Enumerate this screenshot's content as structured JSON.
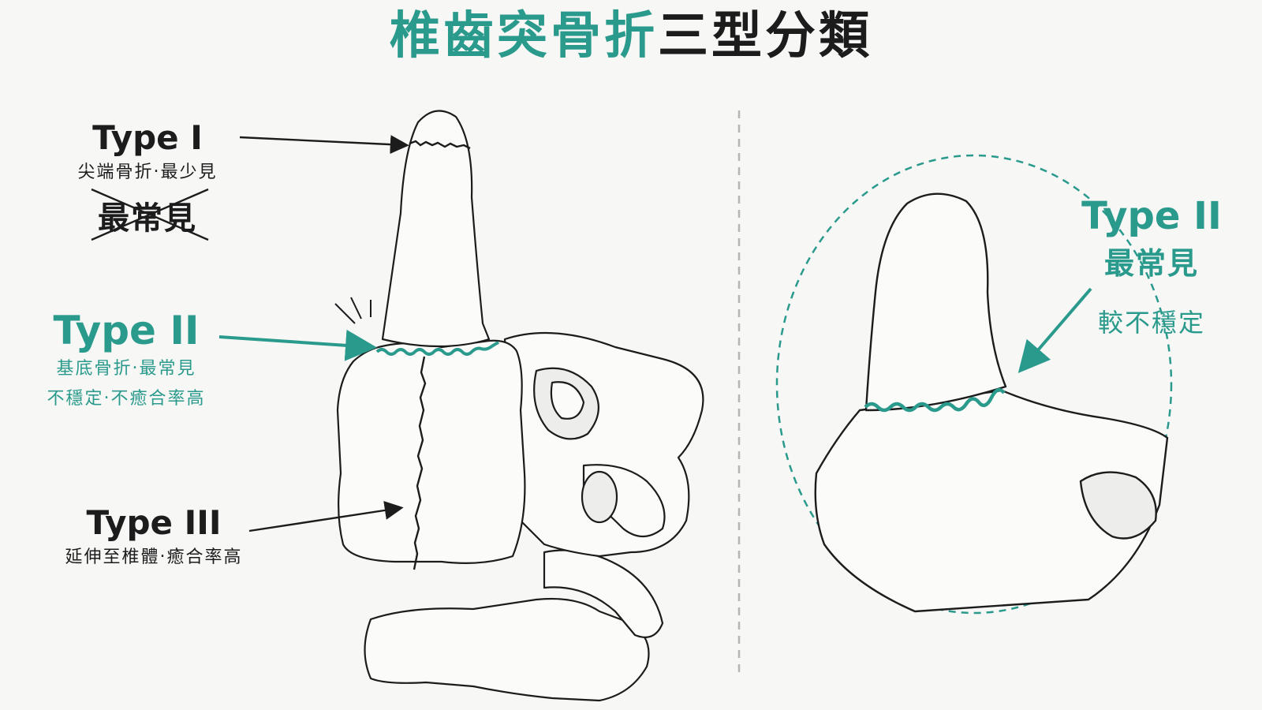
{
  "title": {
    "accent": "椎齒突骨折",
    "rest": "三型分類"
  },
  "left_labels": {
    "type1": {
      "name": "Type I",
      "desc": "尖端骨折‧最少見",
      "struck": "最常見"
    },
    "type2": {
      "name": "Type II",
      "desc1": "基底骨折‧最常見",
      "desc2": "不穩定‧不癒合率高"
    },
    "type3": {
      "name": "Type III",
      "desc": "延伸至椎體‧癒合率高"
    }
  },
  "detail_panel": {
    "name": "Type II",
    "desc1": "最常見",
    "desc2": "較不穩定"
  },
  "colors": {
    "teal": "#2a9a8c",
    "ink": "#1c1c1c",
    "divider": "#b5b5b5"
  }
}
